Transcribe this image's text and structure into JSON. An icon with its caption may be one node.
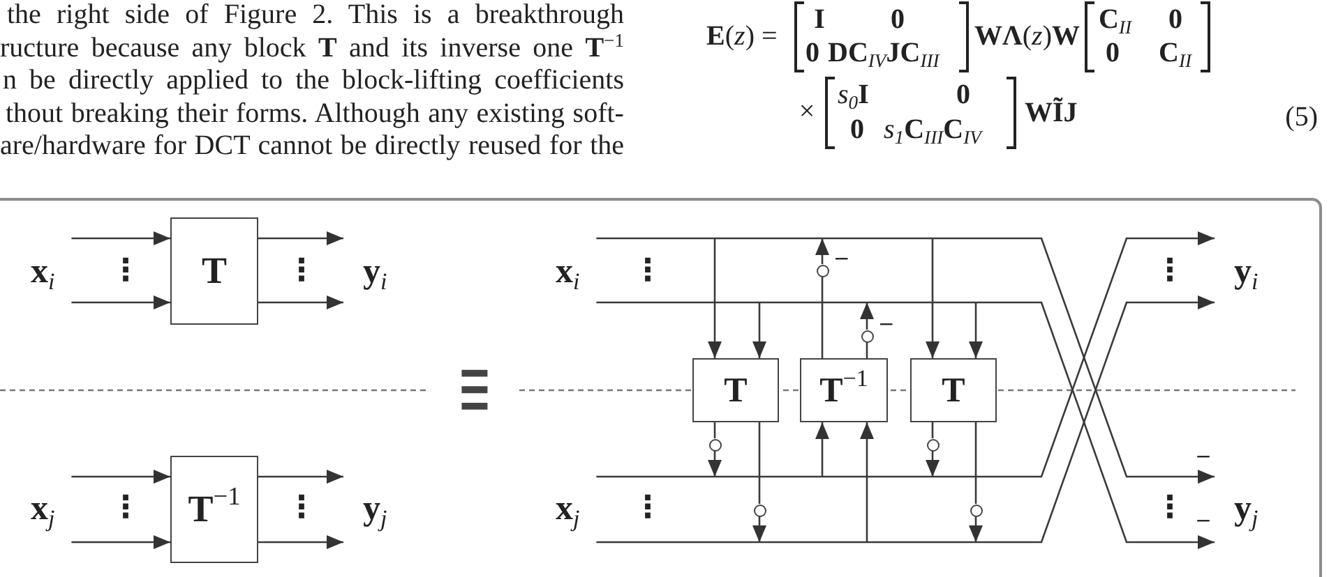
{
  "diagram": {
    "nodes": [
      {
        "text": [
          "**x**$_{i}$"
        ]
      },
      {
        "text": [
          "T"
        ]
      },
      {
        "text": [
          "**y**$_{i}$"
        ]
      },
      {
        "text": [
          "**x**$_{j}$"
        ]
      },
      {
        "text": [
          "**T**$^{−1}$"
        ]
      },
      {
        "text": [
          "**y**$_{j}$"
        ]
      },
      {
        "text": [
          "**x**$_{i}$"
        ]
      },
      {
        "text": [
          "**x**$_{j}$"
        ]
      },
      {
        "text": [
          "T"
        ]
      },
      {
        "text": [
          "**T**$^{−1}$"
        ]
      },
      {
        "text": [
          "T"
        ]
      },
      {
        "text": [],
        "shape": "circle"
      },
      {
        "text": [],
        "shape": "circle"
      },
      {
        "text": [],
        "shape": "circle",
        "beside": [
          "−"
        ]
      },
      {
        "text": [],
        "shape": "circle",
        "beside": [
          "−"
        ]
      },
      {
        "text": [],
        "shape": "circle"
      },
      {
        "text": [],
        "shape": "circle"
      },
      {
        "text": [
          "**y**$_{i}$"
        ]
      },
      {
        "text": [
          "**y**$_{j}$"
        ]
      }
    ],
    "edges": [
      {
        "from": 0,
        "to": 1,
        "arrow": "to"
      },
      {
        "from": 0,
        "to": 1,
        "arrow": "to"
      },
      {
        "from": 1,
        "to": 2,
        "arrow": "to"
      },
      {
        "from": 1,
        "to": 2,
        "arrow": "to"
      },
      {
        "from": 3,
        "to": 4,
        "arrow": "to"
      },
      {
        "from": 3,
        "to": 4,
        "arrow": "to"
      },
      {
        "from": 4,
        "to": 5,
        "arrow": "to"
      },
      {
        "from": 4,
        "to": 5,
        "arrow": "to"
      },
      {
        "from": 6,
        "to": 18,
        "arrow": "to"
      },
      {
        "from": 6,
        "to": 18,
        "arrow": "to"
      },
      {
        "from": 7,
        "to": 17,
        "arrow": "to"
      },
      {
        "from": 7,
        "to": 17,
        "arrow": "to"
      },
      {
        "from": null,
        "to": 8,
        "arrow": "to"
      },
      {
        "from": null,
        "to": 8,
        "arrow": "to"
      },
      {
        "from": 8,
        "to": 11,
        "arrow": "none"
      },
      {
        "from": 11,
        "to": null,
        "arrow": "to"
      },
      {
        "from": 8,
        "to": 12,
        "arrow": "none"
      },
      {
        "from": 12,
        "to": null,
        "arrow": "to"
      },
      {
        "from": null,
        "to": 9,
        "arrow": "to"
      },
      {
        "from": null,
        "to": 9,
        "arrow": "to"
      },
      {
        "from": 9,
        "to": 13,
        "arrow": "none"
      },
      {
        "from": 13,
        "to": null,
        "arrow": "to"
      },
      {
        "from": 9,
        "to": 14,
        "arrow": "none"
      },
      {
        "from": 14,
        "to": null,
        "arrow": "to"
      },
      {
        "from": null,
        "to": 10,
        "arrow": "to"
      },
      {
        "from": null,
        "to": 10,
        "arrow": "to"
      },
      {
        "from": 10,
        "to": 15,
        "arrow": "none"
      },
      {
        "from": 15,
        "to": null,
        "arrow": "to"
      },
      {
        "from": 10,
        "to": 16,
        "arrow": "none"
      },
      {
        "from": 16,
        "to": null,
        "arrow": "to"
      }
    ],
    "labels": [
      "the right side of Figure 2. This is a breakthrough",
      "ructure because any block **T** and its inverse one **T**$^{−1}$",
      "n be directly applied to the block-lifting coefficients",
      "thout breaking their forms. Although any existing soft-",
      "are/hardware for DCT cannot be directly reused for the",
      "**E**(*z*) =",
      "I",
      "0",
      "0",
      "**DC**$_{IV}$**JC**$_{III}$",
      "**WΛ**(*z*)**W**",
      "**C**$_{II}$",
      "0",
      "0",
      "**C**$_{II}$",
      "×",
      "*s*$_{0}$**I**",
      "0",
      "0",
      "*s*$_{1}$**C**$_{III}$**C**$_{IV}$",
      "WĨJ",
      "(5)",
      "⋮",
      "⋮",
      "⋮",
      "⋮",
      "≡",
      "⋮",
      "⋮",
      "−",
      "⋮",
      "⋮",
      "−"
    ]
  }
}
